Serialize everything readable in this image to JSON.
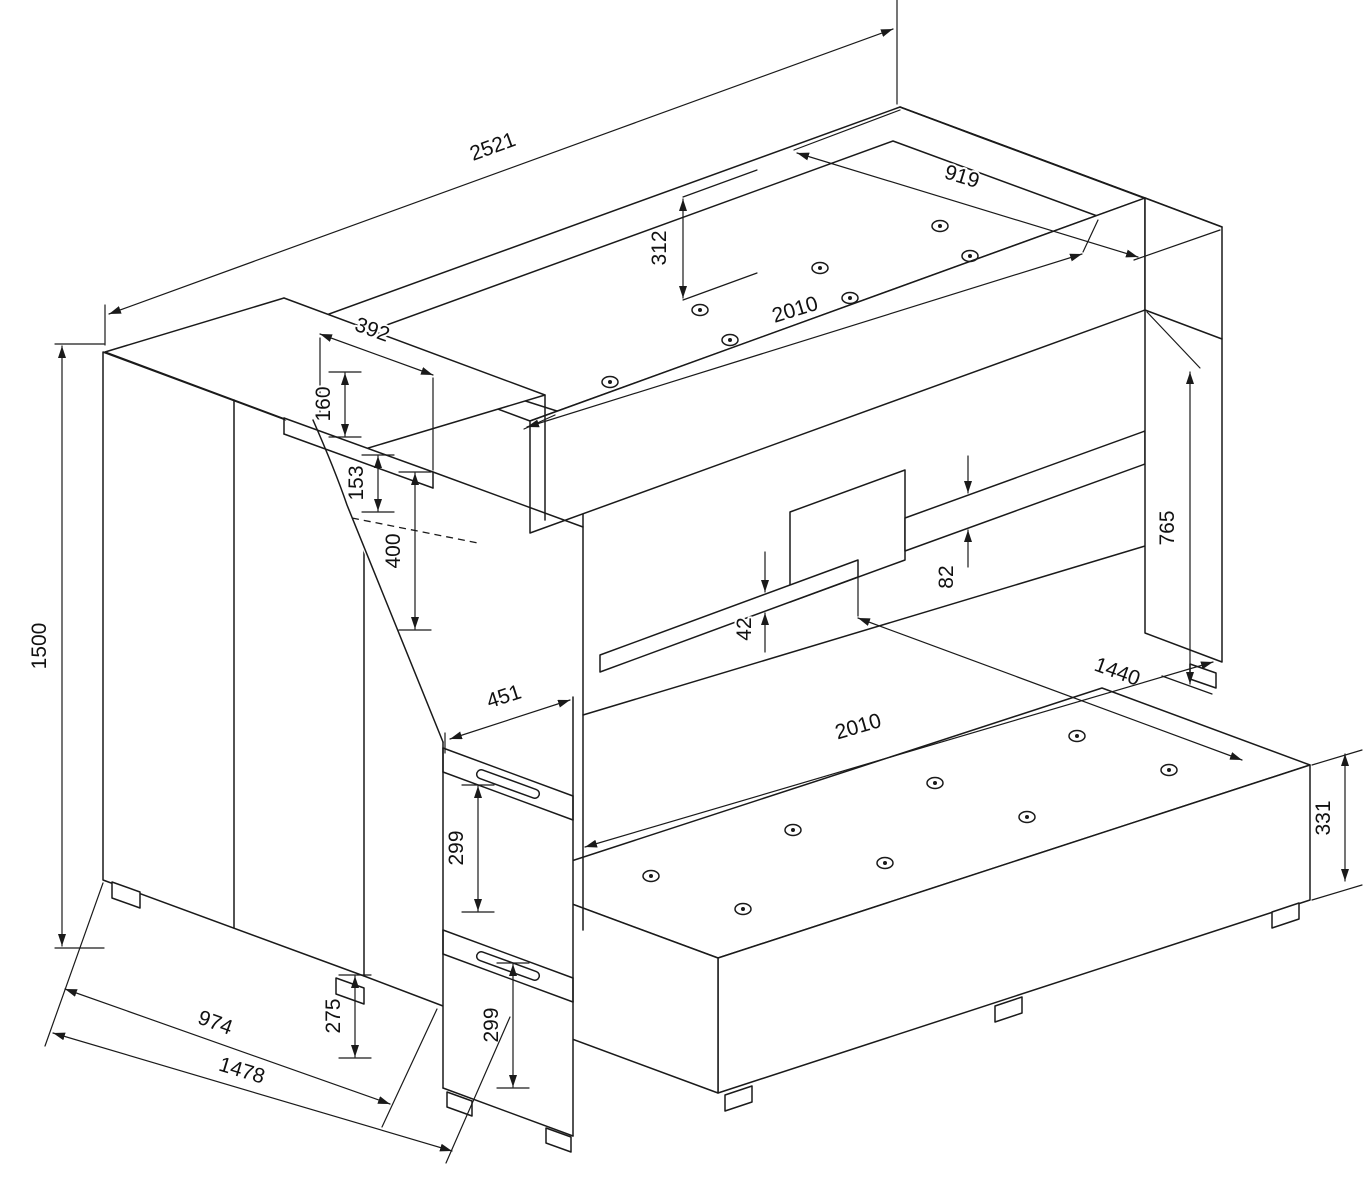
{
  "diagram": {
    "kind": "isometric technical drawing",
    "subject": "bunk bed with wardrobe, stairs and pull-out trundle bed",
    "units": "mm",
    "line_color": "#1a1a1a",
    "background": "#ffffff",
    "dimensions": {
      "overall_length": "2521",
      "upper_bed_width": "919",
      "upper_rail_height": "312",
      "upper_bed_length": "2010",
      "landing_width": "392",
      "top_offset": "160",
      "step_offset": "153",
      "landing_drop": "400",
      "overall_height": "1500",
      "stair_depth": "451",
      "riser_upper": "299",
      "riser_lower": "299",
      "plinth_height": "275",
      "wardrobe_depth": "974",
      "footprint_depth": "1478",
      "slat_thickness": "42",
      "rail_thickness": "82",
      "under_bunk_height": "765",
      "trundle_width": "1440",
      "trundle_length": "2010",
      "trundle_height": "331"
    }
  }
}
